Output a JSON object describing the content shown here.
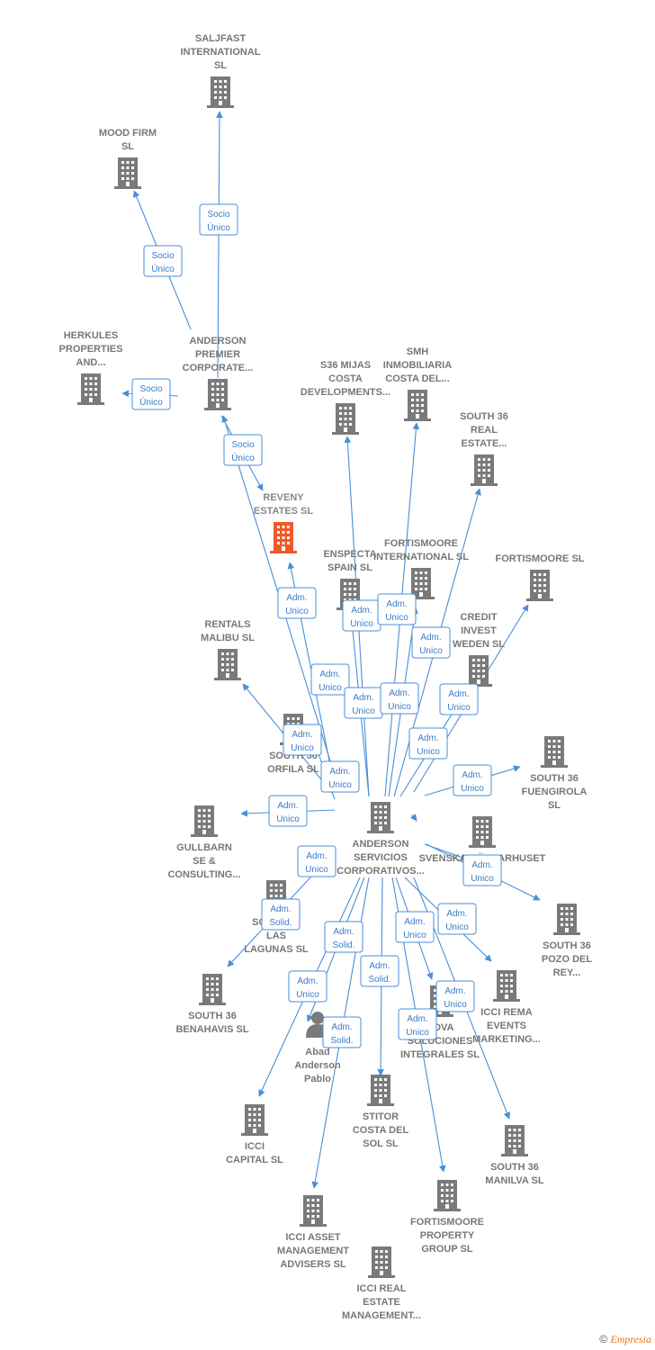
{
  "nodes": [
    {
      "id": "saljfast",
      "label": [
        "SALJFAST",
        "INTERNATIONAL",
        "SL"
      ]
    },
    {
      "id": "mood",
      "label": [
        "MOOD FIRM",
        "SL"
      ]
    },
    {
      "id": "herkules",
      "label": [
        "HERKULES",
        "PROPERTIES",
        "AND..."
      ]
    },
    {
      "id": "anderson_premier",
      "label": [
        "ANDERSON",
        "PREMIER",
        "CORPORATE..."
      ]
    },
    {
      "id": "reveny",
      "label": [
        "REVENY",
        "ESTATES  SL"
      ],
      "focus": true
    },
    {
      "id": "s36mijas",
      "label": [
        "S36 MIJAS",
        "COSTA",
        "DEVELOPMENTS..."
      ]
    },
    {
      "id": "smh",
      "label": [
        "SMH",
        "INMOBILIARIA",
        "COSTA DEL..."
      ]
    },
    {
      "id": "south36real",
      "label": [
        "SOUTH 36",
        "REAL",
        "ESTATE..."
      ]
    },
    {
      "id": "enspecta",
      "label": [
        "ENSPECTA",
        "SPAIN  SL"
      ]
    },
    {
      "id": "fortis_int",
      "label": [
        "FORTISMOORE",
        "INTERNATIONAL SL"
      ]
    },
    {
      "id": "fortis_sl",
      "label": [
        "FORTISMOORE SL"
      ]
    },
    {
      "id": "credit",
      "label": [
        "CREDIT",
        "INVEST",
        "WEDEN  SL"
      ]
    },
    {
      "id": "rentals",
      "label": [
        "RENTALS",
        "MALIBU  SL"
      ]
    },
    {
      "id": "orfila",
      "label": [
        "SOUTH 36",
        "ORFILA  SL"
      ]
    },
    {
      "id": "fuengirola",
      "label": [
        "SOUTH 36",
        "FUENGIROLA",
        "SL"
      ]
    },
    {
      "id": "gullbarn",
      "label": [
        "GULLBARN",
        "SE &",
        "CONSULTING..."
      ]
    },
    {
      "id": "anderson_serv",
      "label": [
        "ANDERSON",
        "SERVICIOS",
        "CORPORATIVOS..."
      ]
    },
    {
      "id": "svenska",
      "label": [
        "SVENSKA MÄKLARHUSET"
      ]
    },
    {
      "id": "lagunas",
      "label": [
        "SOUTH 36",
        "LAS",
        "LAGUNAS  SL"
      ]
    },
    {
      "id": "pozo",
      "label": [
        "SOUTH 36",
        "POZO DEL",
        "REY..."
      ]
    },
    {
      "id": "benahavis",
      "label": [
        "SOUTH 36",
        "BENAHAVIS  SL"
      ]
    },
    {
      "id": "abad",
      "label": [
        "Abad",
        "Anderson",
        "Pablo"
      ],
      "person": true
    },
    {
      "id": "icci_rema",
      "label": [
        "ICCI REMA",
        "EVENTS",
        "MARKETING..."
      ]
    },
    {
      "id": "nova",
      "label": [
        "NOVA",
        "SOLUCIONES",
        "INTEGRALES SL"
      ]
    },
    {
      "id": "stitor",
      "label": [
        "STITOR",
        "COSTA DEL",
        "SOL  SL"
      ]
    },
    {
      "id": "icci_capital",
      "label": [
        "ICCI",
        "CAPITAL  SL"
      ]
    },
    {
      "id": "manilva",
      "label": [
        "SOUTH 36",
        "MANILVA  SL"
      ]
    },
    {
      "id": "fortis_prop",
      "label": [
        "FORTISMOORE",
        "PROPERTY",
        "GROUP SL"
      ]
    },
    {
      "id": "icci_asset",
      "label": [
        "ICCI ASSET",
        "MANAGEMENT",
        "ADVISERS  SL"
      ]
    },
    {
      "id": "icci_real",
      "label": [
        "ICCI REAL",
        "ESTATE",
        "MANAGEMENT..."
      ]
    }
  ],
  "edges": [
    {
      "from": "anderson_premier",
      "to": "saljfast",
      "label": [
        "Socio",
        "Único"
      ]
    },
    {
      "from": "anderson_premier",
      "to": "mood",
      "label": [
        "Socio",
        "Único"
      ]
    },
    {
      "from": "anderson_premier",
      "to": "herkules",
      "label": [
        "Socio",
        "Único"
      ]
    },
    {
      "from": "anderson_premier",
      "to": "reveny",
      "label": [
        "Socio",
        "Único"
      ]
    },
    {
      "from": "anderson_serv",
      "to": "anderson_premier",
      "label": [
        "Adm.",
        "Unico"
      ]
    },
    {
      "from": "anderson_serv",
      "to": "reveny",
      "label": [
        "Adm.",
        "Unico"
      ]
    },
    {
      "from": "anderson_serv",
      "to": "s36mijas",
      "label": [
        "Adm.",
        "Unico"
      ]
    },
    {
      "from": "anderson_serv",
      "to": "smh",
      "label": [
        "Adm.",
        "Unico"
      ]
    },
    {
      "from": "anderson_serv",
      "to": "south36real",
      "label": [
        "Adm.",
        "Unico"
      ]
    },
    {
      "from": "anderson_serv",
      "to": "enspecta",
      "label": [
        "Adm.",
        "Unico"
      ]
    },
    {
      "from": "anderson_serv",
      "to": "fortis_int",
      "label": [
        "Adm.",
        "Unico"
      ]
    },
    {
      "from": "anderson_serv",
      "to": "fortis_sl",
      "label": [
        "Adm.",
        "Unico"
      ]
    },
    {
      "from": "anderson_serv",
      "to": "credit",
      "label": [
        "Adm.",
        "Unico"
      ]
    },
    {
      "from": "anderson_serv",
      "to": "rentals",
      "label": [
        "Adm.",
        "Unico"
      ]
    },
    {
      "from": "anderson_serv",
      "to": "orfila",
      "label": [
        "Adm.",
        "Unico"
      ]
    },
    {
      "from": "anderson_serv",
      "to": "fuengirola",
      "label": [
        "Adm.",
        "Unico"
      ]
    },
    {
      "from": "anderson_serv",
      "to": "gullbarn",
      "label": [
        "Adm.",
        "Unico"
      ]
    },
    {
      "from": "anderson_serv",
      "to": "svenska",
      "label": [
        "Adm.",
        "Unico"
      ]
    },
    {
      "from": "anderson_serv",
      "to": "lagunas",
      "label": [
        "Adm.",
        "Unico"
      ]
    },
    {
      "from": "anderson_serv",
      "to": "pozo",
      "label": [
        "Adm.",
        "Solid."
      ]
    },
    {
      "from": "anderson_serv",
      "to": "benahavis",
      "label": [
        "Adm.",
        "Unico"
      ]
    },
    {
      "from": "anderson_serv",
      "to": "icci_rema",
      "label": [
        "Adm.",
        "Unico"
      ]
    },
    {
      "from": "anderson_serv",
      "to": "nova",
      "label": [
        "Adm.",
        "Unico"
      ]
    },
    {
      "from": "anderson_serv",
      "to": "stitor",
      "label": [
        "Adm.",
        "Unico"
      ]
    },
    {
      "from": "anderson_serv",
      "to": "icci_capital",
      "label": [
        "Adm.",
        "Solid."
      ]
    },
    {
      "from": "anderson_serv",
      "to": "manilva",
      "label": [
        "Adm.",
        "Unico"
      ]
    },
    {
      "from": "anderson_serv",
      "to": "fortis_prop",
      "label": [
        "Adm.",
        "Unico"
      ]
    },
    {
      "from": "anderson_serv",
      "to": "icci_asset",
      "label": [
        "Adm.",
        "Solid."
      ]
    },
    {
      "from": "anderson_serv",
      "to": "icci_real",
      "label": [
        "Adm.",
        "Solid."
      ]
    }
  ],
  "colors": {
    "building": "#7a7a7a",
    "focus": "#f05a28",
    "edge": "#4a8fd8",
    "edge_text": "#3a7cc9",
    "label": "#777777"
  },
  "footer": {
    "copyright": "©",
    "brand": "Empresia"
  }
}
